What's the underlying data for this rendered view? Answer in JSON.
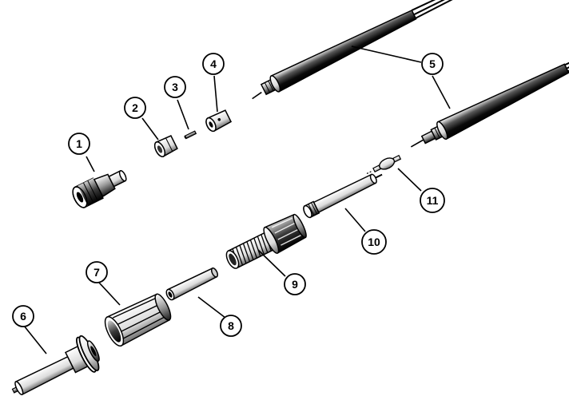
{
  "diagram": {
    "ink_color": "#000000",
    "paper_color": "#ffffff",
    "callouts": [
      {
        "id": "1",
        "label": "1"
      },
      {
        "id": "2",
        "label": "2"
      },
      {
        "id": "3",
        "label": "3"
      },
      {
        "id": "4",
        "label": "4"
      },
      {
        "id": "5",
        "label": "5"
      },
      {
        "id": "6",
        "label": "6"
      },
      {
        "id": "7",
        "label": "7"
      },
      {
        "id": "8",
        "label": "8"
      },
      {
        "id": "9",
        "label": "9"
      },
      {
        "id": "10",
        "label": "10"
      },
      {
        "id": "11",
        "label": "11"
      }
    ]
  }
}
